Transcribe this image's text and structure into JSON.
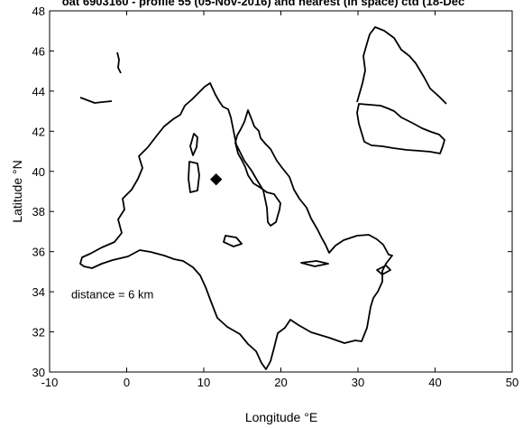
{
  "chart_data": {
    "type": "scatter",
    "title": "oat 6903160 - profile 55 (05-Nov-2016) and nearest (in space) ctd (18-Dec",
    "xlabel": "Longitude °E",
    "ylabel": "Latitude °N",
    "xlim": [
      -10,
      50
    ],
    "ylim": [
      30,
      48
    ],
    "xticks": [
      -10,
      0,
      10,
      20,
      30,
      40,
      50
    ],
    "yticks": [
      30,
      32,
      34,
      36,
      38,
      40,
      42,
      44,
      46,
      48
    ],
    "grid": false,
    "series": [
      {
        "marker": "diamond",
        "color": "#000000",
        "points": [
          {
            "x": 11.6,
            "y": 39.6
          }
        ]
      }
    ],
    "annotations": [
      {
        "text": "distance  = 6 km",
        "x": -7.2,
        "y": 33.9
      }
    ]
  },
  "colors": {
    "coastline": "#000000",
    "marker": "#000000"
  }
}
